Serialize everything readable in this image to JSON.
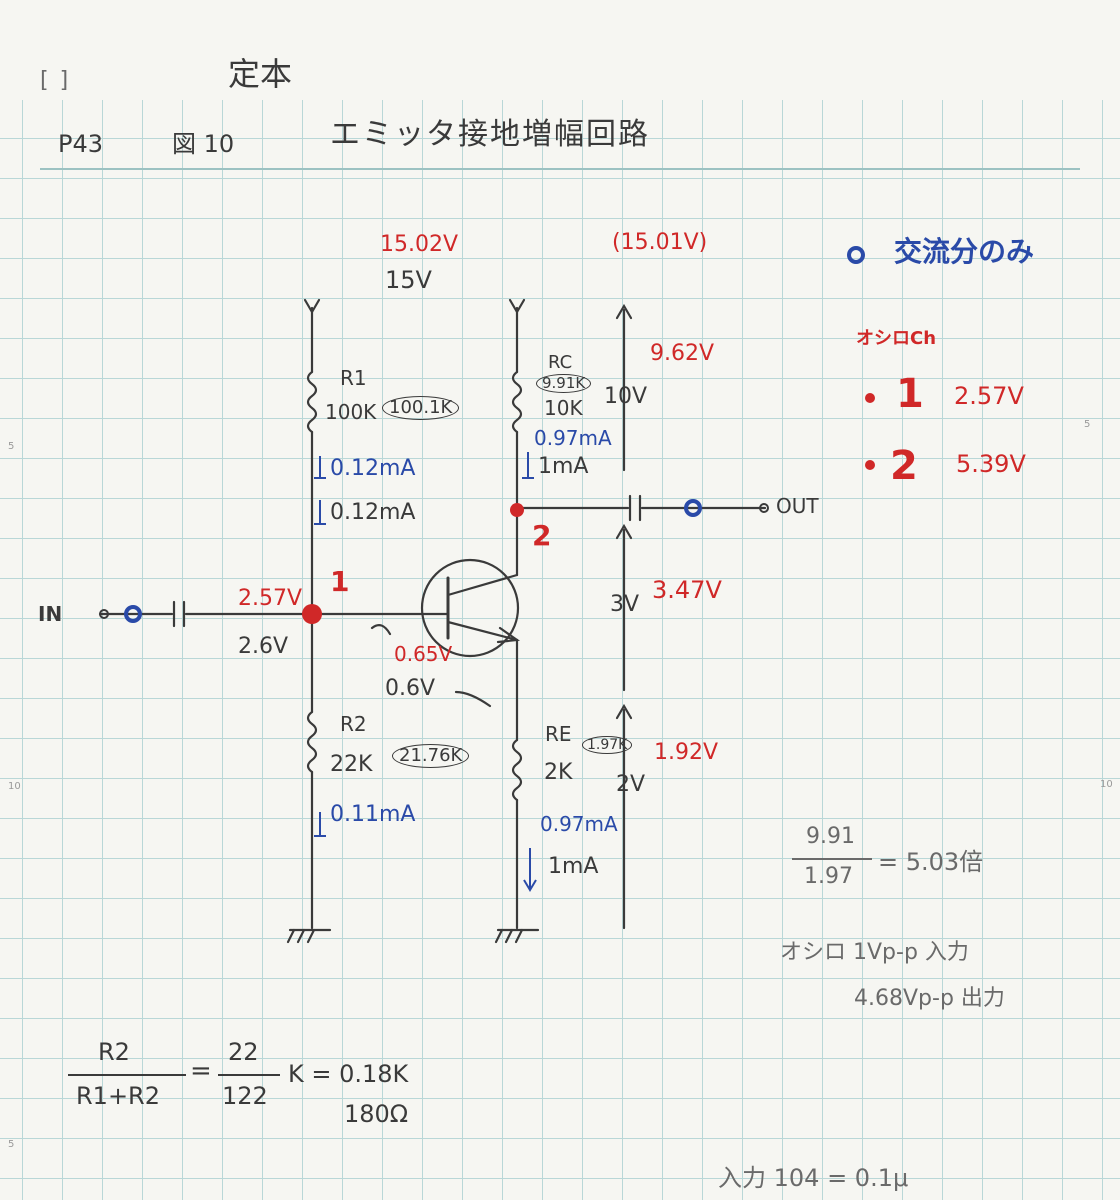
{
  "header": {
    "bracket": "[          ]",
    "subject": "定本",
    "page_ref": "P43",
    "figure_ref": "図 10",
    "title": "エミッタ接地増幅回路"
  },
  "supply": {
    "measured_left": "15.02V",
    "nominal_left": "15V",
    "measured_right": "(15.01V)"
  },
  "legend": {
    "ac_note": "交流分のみ",
    "scope_label": "オシロCh",
    "ch1_num": "1",
    "ch1_value": "2.57V",
    "ch2_num": "2",
    "ch2_value": "5.39V"
  },
  "components": {
    "r1_name": "R1",
    "r1_value": "100K",
    "r1_measured": "100.1K",
    "r1_current_1": "0.12mA",
    "r1_current_2": "0.12mA",
    "r2_name": "R2",
    "r2_value": "22K",
    "r2_measured": "21.76K",
    "r2_current": "0.11mA",
    "rc_name": "RC",
    "rc_measured": "9.91K",
    "rc_value": "10K",
    "rc_current_measured": "0.97mA",
    "rc_current": "1mA",
    "rc_drop": "10V",
    "rc_drop_measured": "9.62V",
    "re_name": "RE",
    "re_measured": "1.97K",
    "re_value": "2K",
    "re_drop": "2V",
    "re_drop_measured": "1.92V",
    "re_current_measured": "0.97mA",
    "re_current": "1mA"
  },
  "nodes": {
    "in_label": "IN",
    "out_label": "OUT",
    "node1_num": "1",
    "node1_measured": "2.57V",
    "node1_nominal": "2.6V",
    "node2_num": "2",
    "vbe_measured": "0.65V",
    "vbe_nominal": "0.6V",
    "vce_nominal": "3V",
    "vce_measured": "3.47V"
  },
  "notes": {
    "gain_num": "9.91",
    "gain_den": "1.97",
    "gain_result": "= 5.03倍",
    "scope_in": "オシロ  1Vp-p 入力",
    "scope_out": "4.68Vp-p 出力",
    "div_num": "R2",
    "div_den": "R1+R2",
    "div_eq": "=",
    "div_num2": "22",
    "div_den2": "122",
    "div_result": "K = 0.18K",
    "div_ohm": "180Ω",
    "bottom_note": "入力 104 = 0.1μ"
  },
  "margin": {
    "tick_5_left": "5",
    "tick_10_left": "10",
    "tick_5_right": "5",
    "tick_10_right": "10",
    "tick_bottom": "5"
  },
  "colors": {
    "pencil": "#3a3a3a",
    "red_pen": "#d02828",
    "blue_pen": "#2a4aa8",
    "grid": "#b9d7d7"
  }
}
